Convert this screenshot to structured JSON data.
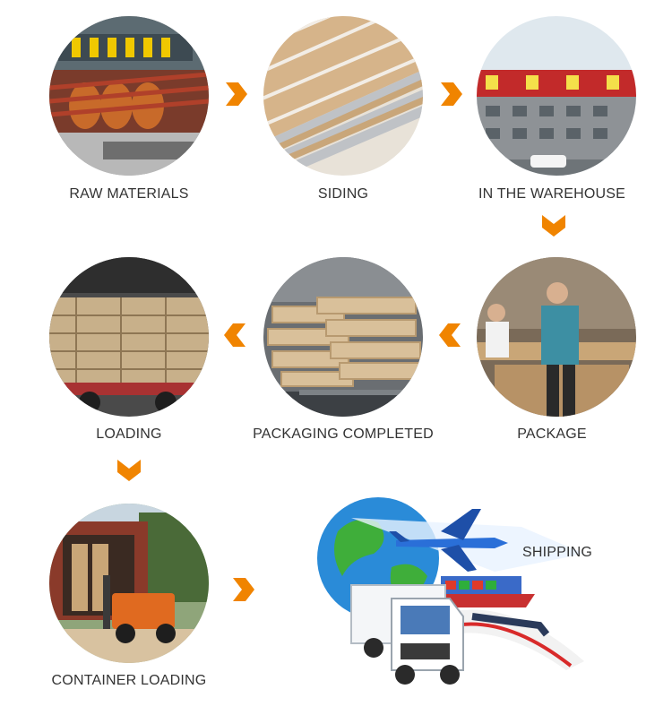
{
  "accent_color": "#f08400",
  "steps": [
    {
      "id": "raw-materials",
      "label": "RAW MATERIALS"
    },
    {
      "id": "siding",
      "label": "SIDING"
    },
    {
      "id": "warehouse",
      "label": "IN THE WAREHOUSE"
    },
    {
      "id": "package",
      "label": "PACKAGE"
    },
    {
      "id": "packaging-completed",
      "label": "PACKAGING COMPLETED"
    },
    {
      "id": "loading",
      "label": "LOADING"
    },
    {
      "id": "container-loading",
      "label": "CONTAINER LOADING"
    },
    {
      "id": "shipping",
      "label": "SHIPPING"
    }
  ],
  "icons": {
    "arrow_right": "chevron-right-icon",
    "arrow_left": "chevron-left-icon",
    "arrow_down": "chevron-down-icon"
  }
}
